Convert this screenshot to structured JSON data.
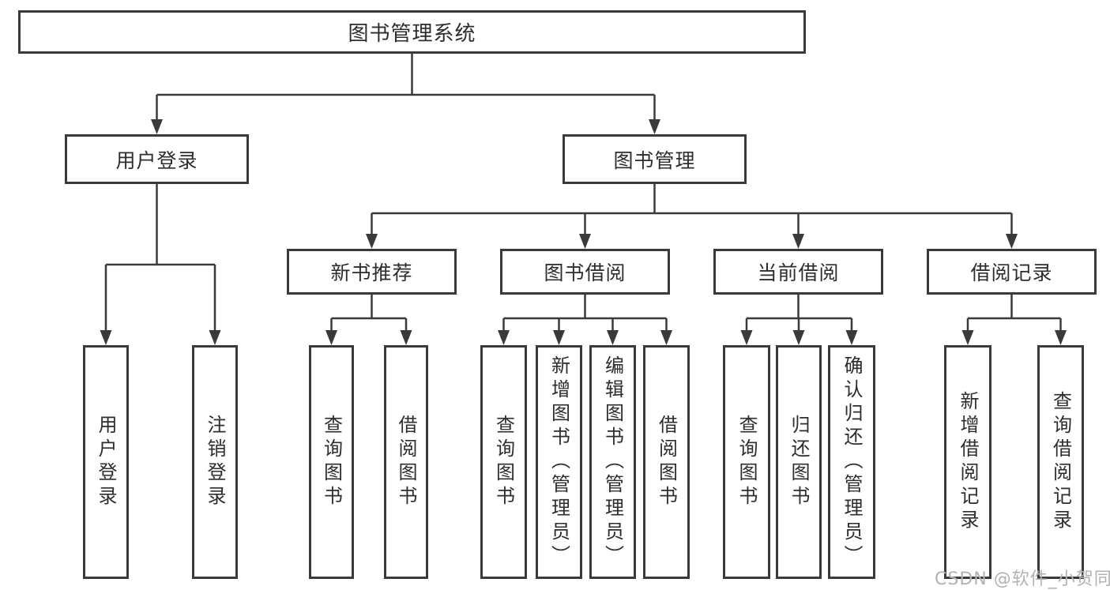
{
  "diagram_title": "图书管理系统",
  "tree": {
    "label": "图书管理系统",
    "children": [
      {
        "label": "用户登录",
        "children": [
          {
            "label": "用户登录"
          },
          {
            "label": "注销登录"
          }
        ]
      },
      {
        "label": "图书管理",
        "children": [
          {
            "label": "新书推荐",
            "children": [
              {
                "label": "查询图书"
              },
              {
                "label": "借阅图书"
              }
            ]
          },
          {
            "label": "图书借阅",
            "children": [
              {
                "label": "查询图书"
              },
              {
                "label": "新增图书（管理员）"
              },
              {
                "label": "编辑图书（管理员）"
              },
              {
                "label": "借阅图书"
              }
            ]
          },
          {
            "label": "当前借阅",
            "children": [
              {
                "label": "查询图书"
              },
              {
                "label": "归还图书"
              },
              {
                "label": "确认归还（管理员）"
              }
            ]
          },
          {
            "label": "借阅记录",
            "children": [
              {
                "label": "新增借阅记录"
              },
              {
                "label": "查询借阅记录"
              }
            ]
          }
        ]
      }
    ]
  },
  "watermark": {
    "text": "CSDN @软件_小贺同学"
  },
  "colors": {
    "line": "#3a3a3a",
    "box_border": "#3a3a3a",
    "box_fill": "#ffffff",
    "text": "#2d2d2d",
    "watermark": "#b2b2b2",
    "background": "#ffffff"
  }
}
